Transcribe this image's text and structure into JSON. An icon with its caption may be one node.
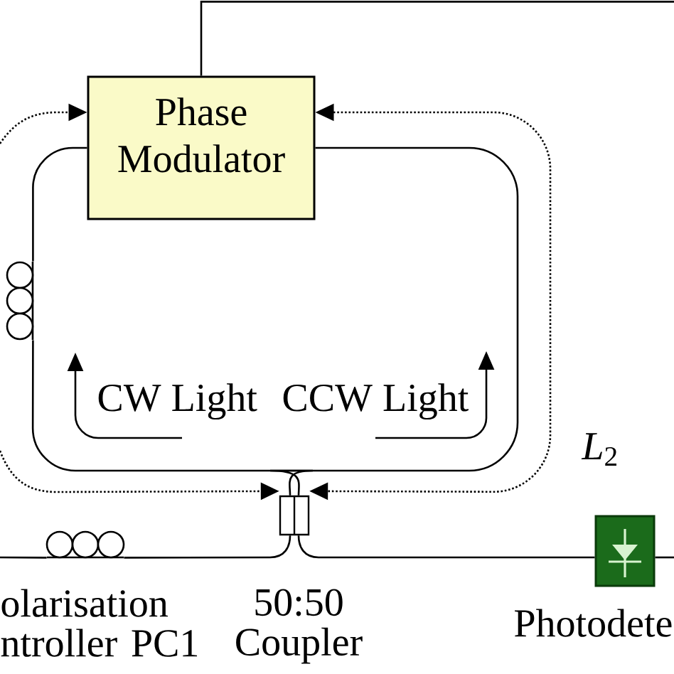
{
  "diagram": {
    "nodes": [
      {
        "text": [
          "Phase Modulator"
        ]
      },
      {
        "text": [],
        "shape": "circle"
      },
      {
        "text": [],
        "shape": "circle",
        "beside": [
          "olarisation ntroller PC1"
        ]
      },
      {
        "text": [],
        "shape": "box",
        "beside": [
          "50:50 Coupler"
        ]
      },
      {
        "text": [],
        "shape": "box",
        "beside": [
          "Photodete"
        ]
      }
    ],
    "edges": [
      {
        "from": 0,
        "to": null,
        "arrow": "none"
      },
      {
        "from": 0,
        "to": 1,
        "arrow": "none"
      },
      {
        "from": 1,
        "to": 3,
        "arrow": "none"
      },
      {
        "from": 0,
        "to": 3,
        "arrow": "none"
      },
      {
        "from": null,
        "to": 2,
        "arrow": "none"
      },
      {
        "from": 2,
        "to": 3,
        "arrow": "none"
      },
      {
        "from": 3,
        "to": 4,
        "arrow": "none"
      },
      {
        "from": 4,
        "to": null,
        "arrow": "none"
      },
      {
        "from": null,
        "to": 0,
        "arrow": "to",
        "style": "dashed"
      },
      {
        "from": null,
        "to": 3,
        "arrow": "to",
        "style": "dashed"
      },
      {
        "from": 0,
        "to": 3,
        "arrow": "both",
        "style": "dashed"
      }
    ],
    "labels": [
      "CW Light",
      "CCW Light",
      "*L*$_{2}$"
    ]
  }
}
